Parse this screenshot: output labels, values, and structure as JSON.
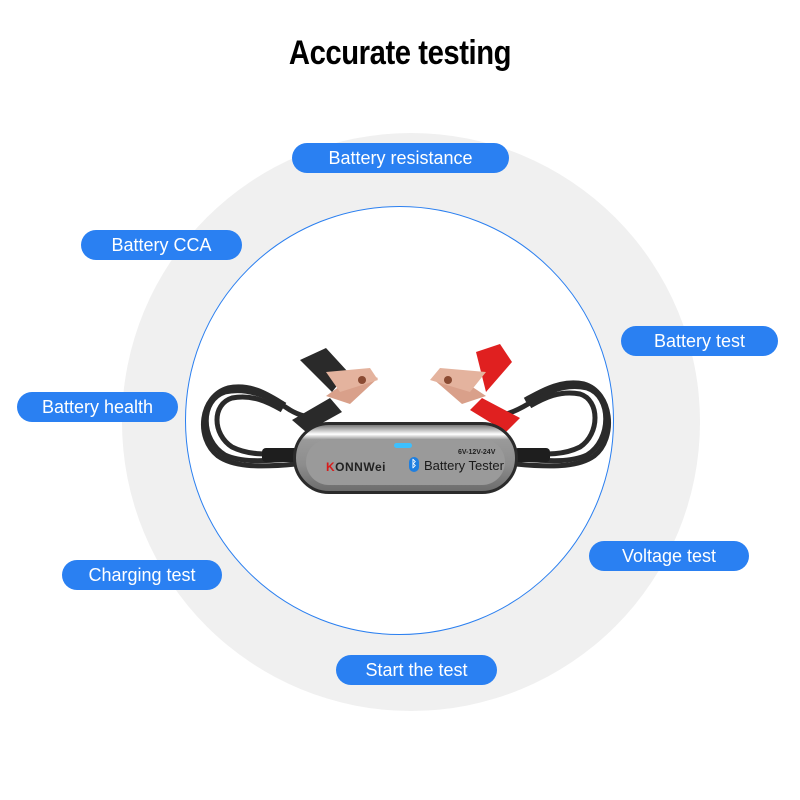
{
  "header": {
    "title": "Accurate testing"
  },
  "colors": {
    "accent_blue": "#2a80f2",
    "ring_gray": "#f0f0f0",
    "circle_outline": "#2a7ff0",
    "led_blue": "#3cc0ff",
    "clamp_red": "#e02020",
    "clamp_black": "#2a2a2a"
  },
  "features": [
    {
      "label": "Battery resistance"
    },
    {
      "label": "Battery CCA"
    },
    {
      "label": "Battery test"
    },
    {
      "label": "Battery health"
    },
    {
      "label": "Voltage test"
    },
    {
      "label": "Charging test"
    },
    {
      "label": "Start the test"
    }
  ],
  "device": {
    "brand_k": "K",
    "brand_rest": "ONNWei",
    "bluetooth_icon": "bluetooth-icon",
    "model": "Battery Tester",
    "voltage": "6V-12V-24V"
  }
}
